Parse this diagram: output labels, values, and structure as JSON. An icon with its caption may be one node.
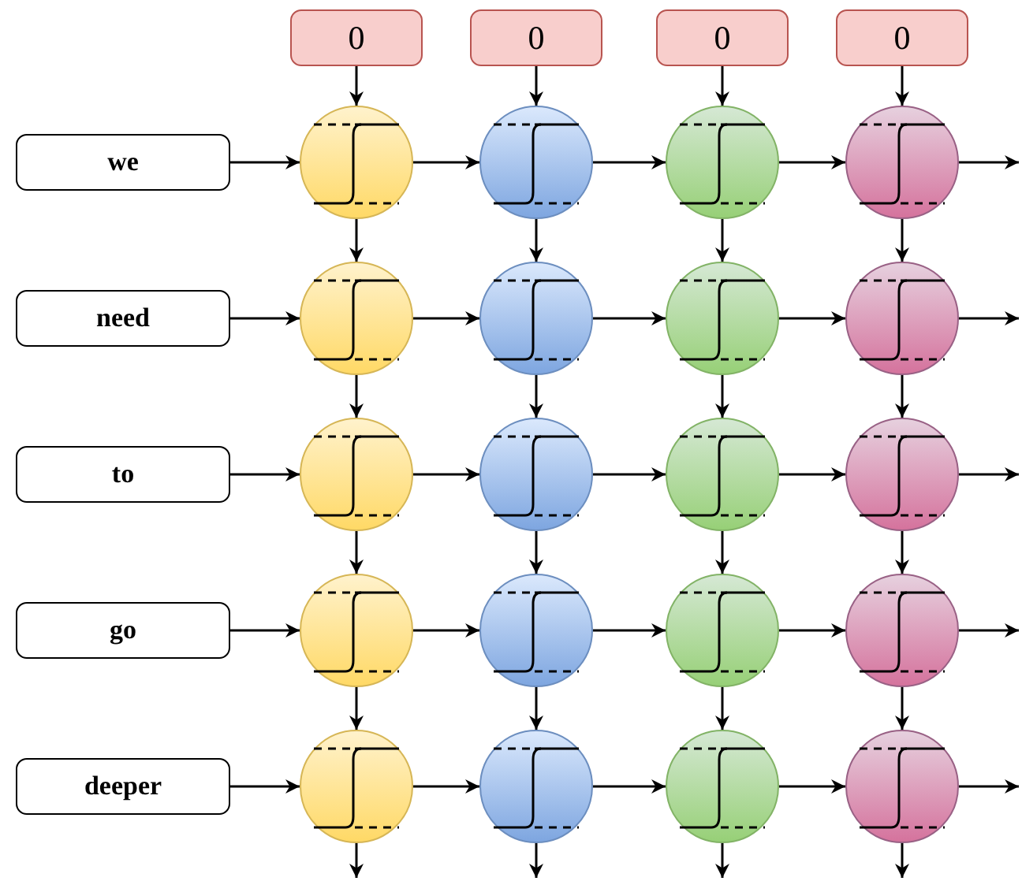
{
  "diagram": {
    "nodes": [
      {
        "text": [
          "0"
        ]
      },
      {
        "text": [
          "0"
        ]
      },
      {
        "text": [
          "0"
        ]
      },
      {
        "text": [
          "0"
        ]
      },
      {
        "text": [
          "we"
        ]
      },
      {
        "text": [],
        "shape": "circle"
      },
      {
        "text": [],
        "shape": "circle"
      },
      {
        "text": [],
        "shape": "circle"
      },
      {
        "text": [],
        "shape": "circle"
      },
      {
        "text": [
          "need"
        ]
      },
      {
        "text": [],
        "shape": "circle"
      },
      {
        "text": [],
        "shape": "circle"
      },
      {
        "text": [],
        "shape": "circle"
      },
      {
        "text": [],
        "shape": "circle"
      },
      {
        "text": [
          "to"
        ]
      },
      {
        "text": [],
        "shape": "circle"
      },
      {
        "text": [],
        "shape": "circle"
      },
      {
        "text": [],
        "shape": "circle"
      },
      {
        "text": [],
        "shape": "circle"
      },
      {
        "text": [
          "go"
        ]
      },
      {
        "text": [],
        "shape": "circle"
      },
      {
        "text": [],
        "shape": "circle"
      },
      {
        "text": [],
        "shape": "circle"
      },
      {
        "text": [],
        "shape": "circle"
      },
      {
        "text": [
          "deeper"
        ]
      },
      {
        "text": [],
        "shape": "circle"
      },
      {
        "text": [],
        "shape": "circle"
      },
      {
        "text": [],
        "shape": "circle"
      },
      {
        "text": [],
        "shape": "circle"
      }
    ],
    "edges": [
      {
        "from": 0,
        "to": 5,
        "arrow": "to"
      },
      {
        "from": 1,
        "to": 6,
        "arrow": "to"
      },
      {
        "from": 2,
        "to": 7,
        "arrow": "to"
      },
      {
        "from": 3,
        "to": 8,
        "arrow": "to"
      },
      {
        "from": 4,
        "to": 5,
        "arrow": "to"
      },
      {
        "from": 5,
        "to": 6,
        "arrow": "to"
      },
      {
        "from": 6,
        "to": 7,
        "arrow": "to"
      },
      {
        "from": 7,
        "to": 8,
        "arrow": "to"
      },
      {
        "from": 8,
        "to": null,
        "arrow": "to"
      },
      {
        "from": 5,
        "to": 10,
        "arrow": "to"
      },
      {
        "from": 6,
        "to": 11,
        "arrow": "to"
      },
      {
        "from": 7,
        "to": 12,
        "arrow": "to"
      },
      {
        "from": 8,
        "to": 13,
        "arrow": "to"
      },
      {
        "from": 9,
        "to": 10,
        "arrow": "to"
      },
      {
        "from": 10,
        "to": 11,
        "arrow": "to"
      },
      {
        "from": 11,
        "to": 12,
        "arrow": "to"
      },
      {
        "from": 12,
        "to": 13,
        "arrow": "to"
      },
      {
        "from": 13,
        "to": null,
        "arrow": "to"
      },
      {
        "from": 10,
        "to": 15,
        "arrow": "to"
      },
      {
        "from": 11,
        "to": 16,
        "arrow": "to"
      },
      {
        "from": 12,
        "to": 17,
        "arrow": "to"
      },
      {
        "from": 13,
        "to": 18,
        "arrow": "to"
      },
      {
        "from": 14,
        "to": 15,
        "arrow": "to"
      },
      {
        "from": 15,
        "to": 16,
        "arrow": "to"
      },
      {
        "from": 16,
        "to": 17,
        "arrow": "to"
      },
      {
        "from": 17,
        "to": 18,
        "arrow": "to"
      },
      {
        "from": 18,
        "to": null,
        "arrow": "to"
      },
      {
        "from": 15,
        "to": 20,
        "arrow": "to"
      },
      {
        "from": 16,
        "to": 21,
        "arrow": "to"
      },
      {
        "from": 17,
        "to": 22,
        "arrow": "to"
      },
      {
        "from": 18,
        "to": 23,
        "arrow": "to"
      },
      {
        "from": 19,
        "to": 20,
        "arrow": "to"
      },
      {
        "from": 20,
        "to": 21,
        "arrow": "to"
      },
      {
        "from": 21,
        "to": 22,
        "arrow": "to"
      },
      {
        "from": 22,
        "to": 23,
        "arrow": "to"
      },
      {
        "from": 23,
        "to": null,
        "arrow": "to"
      },
      {
        "from": 20,
        "to": 25,
        "arrow": "to"
      },
      {
        "from": 21,
        "to": 26,
        "arrow": "to"
      },
      {
        "from": 22,
        "to": 27,
        "arrow": "to"
      },
      {
        "from": 23,
        "to": 28,
        "arrow": "to"
      },
      {
        "from": 24,
        "to": 25,
        "arrow": "to"
      },
      {
        "from": 25,
        "to": 26,
        "arrow": "to"
      },
      {
        "from": 26,
        "to": 27,
        "arrow": "to"
      },
      {
        "from": 27,
        "to": 28,
        "arrow": "to"
      },
      {
        "from": 28,
        "to": null,
        "arrow": "to"
      },
      {
        "from": 25,
        "to": null,
        "arrow": "to"
      },
      {
        "from": 26,
        "to": null,
        "arrow": "to"
      },
      {
        "from": 27,
        "to": null,
        "arrow": "to"
      },
      {
        "from": 28,
        "to": null,
        "arrow": "to"
      }
    ]
  }
}
